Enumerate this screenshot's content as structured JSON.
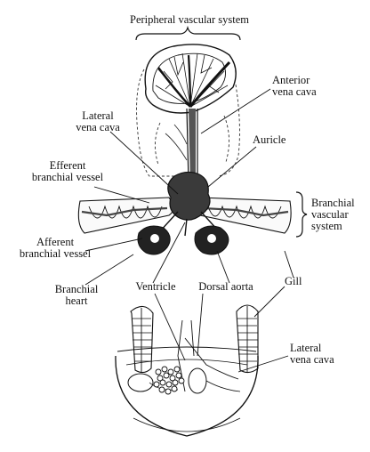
{
  "labels": {
    "peripheral": "Peripheral vascular system",
    "anterior_vena_cava": [
      "Anterior",
      "vena cava"
    ],
    "lateral_vena_cava_top": [
      "Lateral",
      "vena cava"
    ],
    "auricle": "Auricle",
    "efferent": [
      "Efferent",
      "branchial vessel"
    ],
    "branchial_vascular_system": [
      "Branchial",
      "vascular",
      "system"
    ],
    "afferent": [
      "Afferent",
      "branchial vessel"
    ],
    "branchial_heart": [
      "Branchial",
      "heart"
    ],
    "ventricle": "Ventricle",
    "dorsal_aorta": "Dorsal aorta",
    "gill": "Gill",
    "lateral_vena_cava_bottom": [
      "Lateral",
      "vena cava"
    ]
  }
}
